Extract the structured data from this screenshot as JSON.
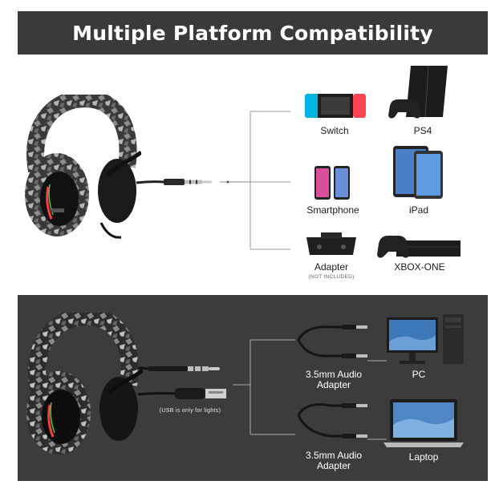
{
  "banner": {
    "title": "Multiple Platform Compatibility"
  },
  "top": {
    "devices": [
      {
        "label": "Switch"
      },
      {
        "label": "PS4"
      },
      {
        "label": "Smartphone"
      },
      {
        "label": "iPad"
      },
      {
        "label": "Adapter",
        "note": "(NOT INCLUDED)"
      },
      {
        "label": "XBOX-ONE"
      }
    ]
  },
  "bottom": {
    "usb_note": "(USB is only for lights)",
    "adapters": [
      {
        "label": "3.5mm Audio Adapter",
        "target": "PC"
      },
      {
        "label": "3.5mm Audio Adapter",
        "target": "Laptop"
      }
    ]
  },
  "colors": {
    "banner": "#3a3a3a",
    "panel": "#3c3c3c",
    "led": "#ff3b3b"
  }
}
